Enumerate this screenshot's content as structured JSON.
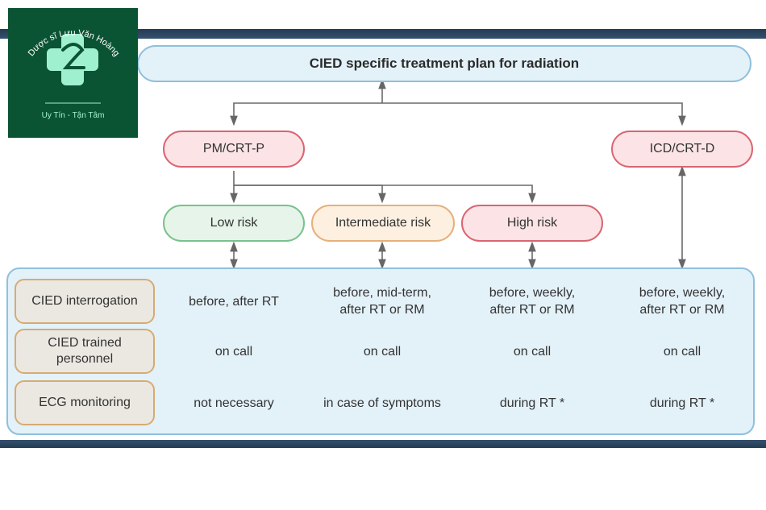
{
  "logo": {
    "brand_text": "Dược sĩ Lưu Văn Hoàng",
    "tagline": "Uy Tín - Tận Tâm",
    "colors": {
      "background": "#0b5433",
      "accent": "#9ff0cf"
    }
  },
  "title": "CIED specific treatment plan for radiation",
  "devices": {
    "pm": "PM/CRT-P",
    "icd": "ICD/CRT-D"
  },
  "risks": {
    "low": "Low risk",
    "intermediate": "Intermediate risk",
    "high": "High risk"
  },
  "rows": [
    {
      "label": "CIED interrogation",
      "cells": [
        "before, after RT",
        "before, mid-term,\nafter RT or RM",
        "before, weekly,\nafter RT or RM",
        "before, weekly,\nafter RT or RM"
      ]
    },
    {
      "label": "CIED trained\npersonnel",
      "cells": [
        "on call",
        "on call",
        "on call",
        "on call"
      ]
    },
    {
      "label": "ECG monitoring",
      "cells": [
        "not necessary",
        "in case of symptoms",
        "during RT *",
        "during RT *"
      ]
    }
  ],
  "colors": {
    "blue_border": "#8fc0dc",
    "blue_fill": "#e3f1f9",
    "red_border": "#d96573",
    "green_border": "#78c28c",
    "orange_border": "#e6b07a",
    "label_border": "#d7ab73",
    "header_band": "#243c55"
  }
}
